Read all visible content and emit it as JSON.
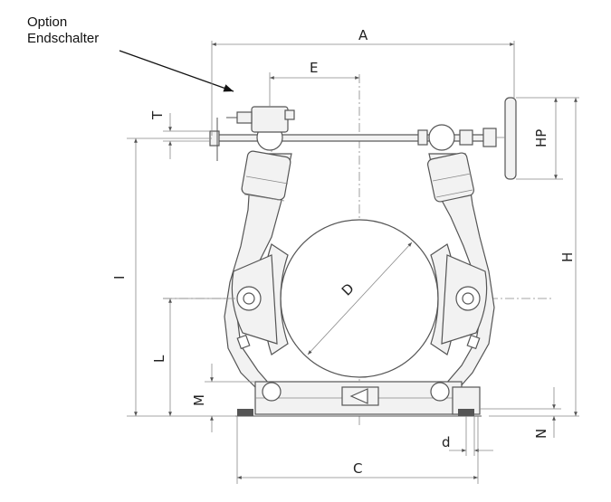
{
  "callout": {
    "line1": "Option",
    "line2": "Endschalter"
  },
  "dimensions": {
    "A": "A",
    "E": "E",
    "T": "T",
    "HP": "HP",
    "H": "H",
    "I": "I",
    "D": "D",
    "L": "L",
    "M": "M",
    "N": "N",
    "d": "d",
    "C": "C"
  }
}
